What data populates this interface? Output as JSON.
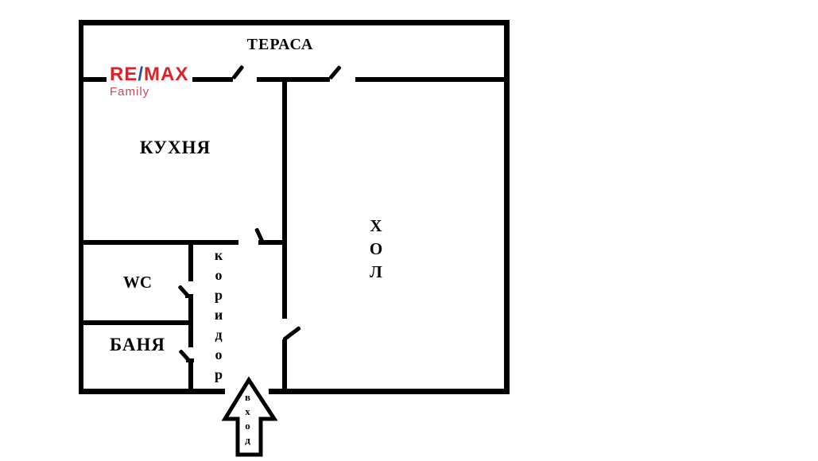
{
  "rooms": {
    "terrace": {
      "label": "ТЕРАСА"
    },
    "kitchen": {
      "label": "КУХНЯ"
    },
    "hall": {
      "label": "ХОЛ"
    },
    "wc": {
      "label": "WC"
    },
    "bath": {
      "label": "БАНЯ"
    },
    "corridor": {
      "label": "коридор"
    },
    "entrance": {
      "label": "вход"
    }
  },
  "logo": {
    "re": "RE",
    "slash": "/",
    "max": "MAX",
    "family": "Family",
    "colors": {
      "red": "#d8232a",
      "blue": "#2b4ea2",
      "family": "#c64a5a"
    }
  },
  "colors": {
    "background": "#ffffff",
    "walls": "#000000"
  }
}
